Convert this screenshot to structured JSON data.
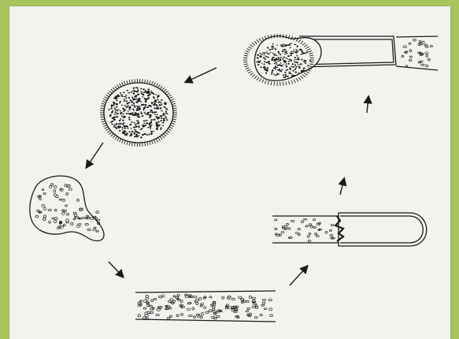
{
  "diagram": {
    "stages": [
      {
        "name": "swollen-tip-stage"
      },
      {
        "name": "cyst-stage"
      },
      {
        "name": "amoeboid-stage"
      },
      {
        "name": "filament-stage"
      },
      {
        "name": "open-tube-stage"
      }
    ],
    "colors": {
      "background": "#a9c45f",
      "sheet": "#f2f2ef",
      "ink": "#1a1a1a"
    }
  }
}
